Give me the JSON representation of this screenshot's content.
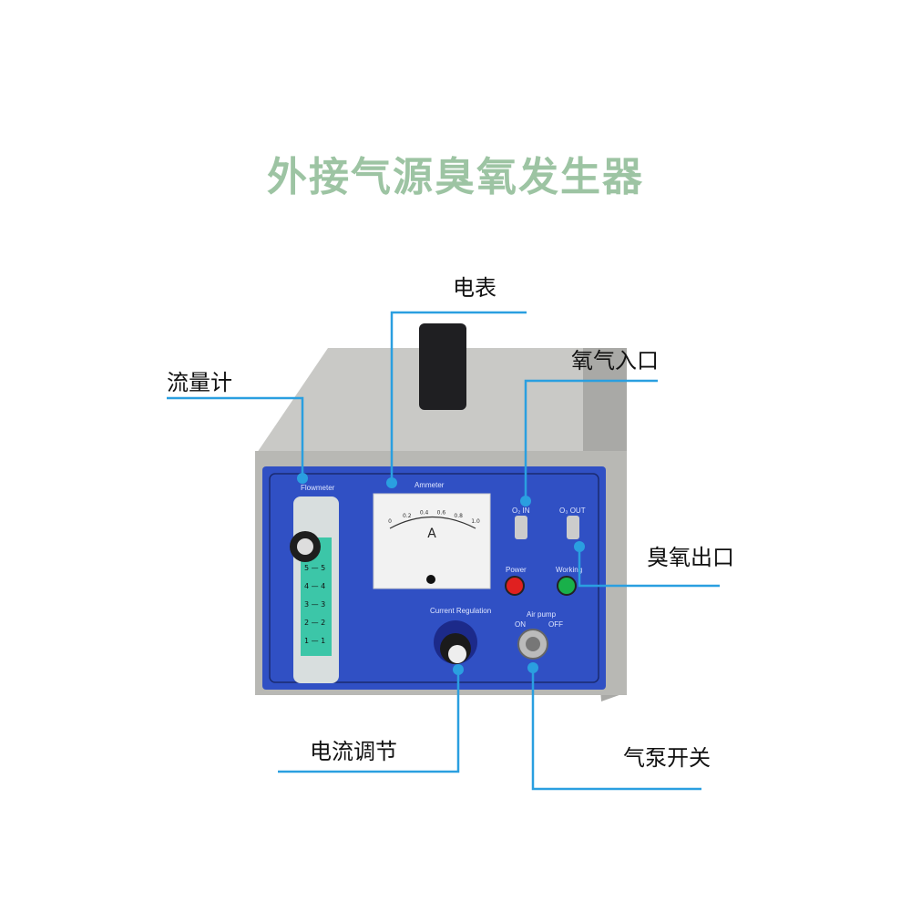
{
  "title": "外接气源臭氧发生器",
  "callouts": {
    "ammeter": "电表",
    "flowmeter": "流量计",
    "oxygen_inlet": "氧气入口",
    "ozone_outlet": "臭氧出口",
    "current_adjust": "电流调节",
    "air_pump_switch": "气泵开关"
  },
  "panel": {
    "flowmeter": "Flowmeter",
    "ammeter": "Ammeter",
    "o2_in": "O₂ IN",
    "o3_out": "O₃ OUT",
    "power": "Power",
    "working": "Working",
    "current_regulation": "Current Regulation",
    "air_pump": "Air pump",
    "on": "ON",
    "off": "OFF",
    "meter_unit": "A",
    "meter_ticks": [
      "0",
      "0.2",
      "0.4",
      "0.6",
      "0.8",
      "1.0"
    ],
    "flow_ticks": [
      "5",
      "4",
      "3",
      "2",
      "1"
    ]
  },
  "colors": {
    "title": "#9dc4a3",
    "callout_line": "#2a9fe0",
    "panel_blue": "#3050c4",
    "power": "#e02020",
    "working": "#19b04a"
  }
}
